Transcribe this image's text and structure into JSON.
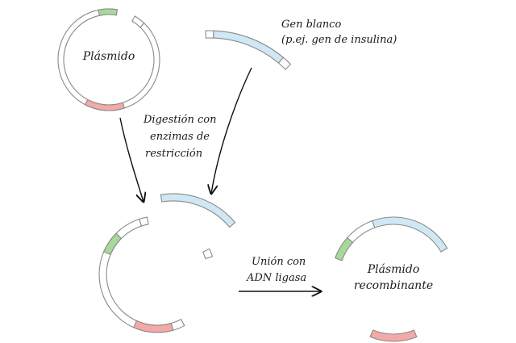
{
  "colors": {
    "ring_fill": "#ffffff",
    "ring_stroke": "#8a8a8a",
    "green": "#a9d89b",
    "pink": "#f4a9a9",
    "blue": "#cfe8f3",
    "arrow": "#111111"
  },
  "labels": {
    "plasmid": "Plásmido",
    "target_gene_line1": "Gen blanco",
    "target_gene_line2": "(p.ej. gen de insulina)",
    "digestion_line1": "Digestión con",
    "digestion_line2": "enzimas de",
    "digestion_line3": "restricción",
    "ligation_line1": "Unión con",
    "ligation_line2": "ADN ligasa",
    "recombinant_line1": "Plásmido",
    "recombinant_line2": "recombinante"
  }
}
